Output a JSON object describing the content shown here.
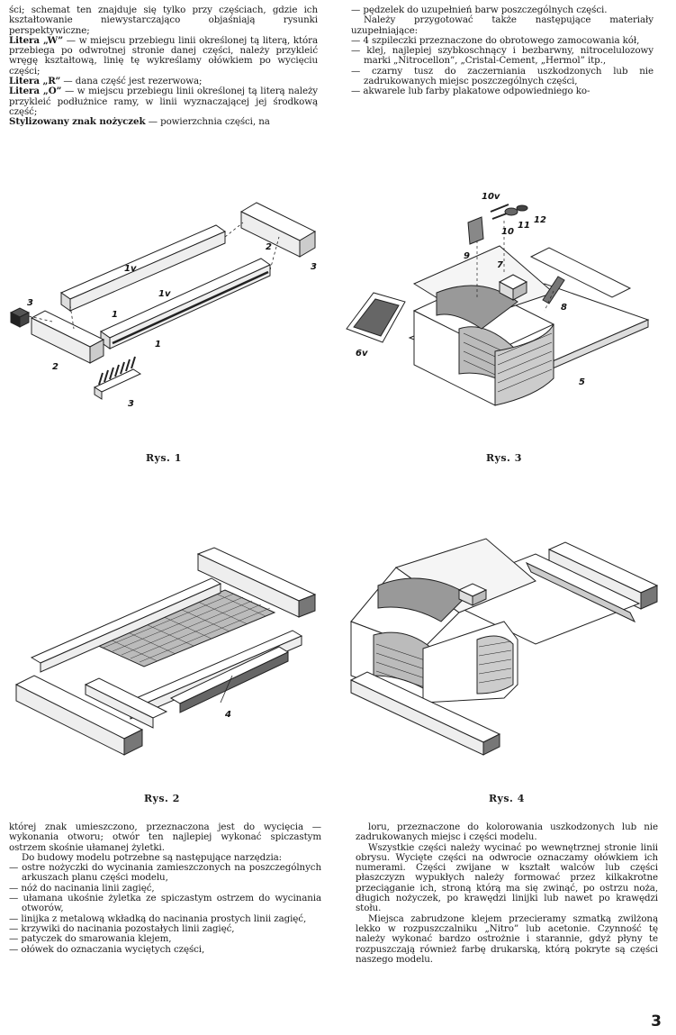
{
  "top_left": {
    "l1": "ści; schemat ten znajduje się tylko przy częściach, gdzie ich kształtowanie niewystarczająco objaśniają rysunki perspektywiczne;",
    "w_term": "Litera „W”",
    "w_text": " — w miejscu przebiegu linii określonej tą literą, która przebiega po odwrotnej stronie danej części, należy przykleić wręgę kształtową, linię tę wykreślamy ołówkiem po wycięciu części;",
    "r_term": "Litera „R”",
    "r_text": " — dana część jest rezerwowa;",
    "o_term": "Litera „O”",
    "o_text": " — w miejscu przebiegu linii określonej tą literą należy przykleić podłużnice ramy, w linii wyznaczającej jej środkową część;",
    "s_term": "Stylizowany znak nożyczek",
    "s_text": " — powierzchnia części, na"
  },
  "top_right": {
    "l1": "— pędzelek do uzupełnień barw poszczególnych części.",
    "l2": "Należy przygotować także następujące materiały uzupełniające:",
    "l3": "— 4 szpileczki przeznaczone do obrotowego zamocowania kół,",
    "l4": "— klej, najlepiej szybkoschnący i bezbarwny, nitrocelulozowy marki „Nitrocellon”, „Cristal-Cement, „Hermol” itp.,",
    "l5": "— czarny tusz do zaczerniania uszkodzonych lub nie zadrukowanych miejsc poszczególnych części,",
    "l6": "— akwarele lub farby plakatowe odpowiedniego ko-"
  },
  "bottom_left": {
    "p1": "której znak umieszczono, przeznaczona jest do wycięcia — wykonania otworu; otwór ten najlepiej wykonać spiczastym ostrzem skośnie ułamanej żyletki.",
    "p2": "Do budowy modelu potrzebne są następujące narzędzia:",
    "i1": "— ostre nożyczki do wycinania zamieszczonych na poszczególnych arkuszach planu części modelu,",
    "i2": "— nóż do nacinania linii zagięć,",
    "i3": "— ułamana ukośnie żyletka ze spiczastym ostrzem do wycinania otworów,",
    "i4": "— linijka z metalową wkładką do nacinania prostych linii zagięć,",
    "i5": "— krzywiki do nacinania pozostałych linii zagięć,",
    "i6": "— patyczek do smarowania klejem,",
    "i7": "— ołówek do oznaczania wyciętych części,"
  },
  "bottom_right": {
    "p1": "loru, przeznaczone do kolorowania uszkodzonych lub nie zadrukowanych miejsc i części modelu.",
    "p2": "Wszystkie części należy wycinać po wewnętrznej stronie linii obrysu. Wycięte części na odwrocie oznaczamy ołówkiem ich numerami. Części zwijane w kształt walców lub części płaszczyzn wypukłych należy formować przez kilkakrotne przeciąganie ich, stroną którą ma się zwinąć, po ostrzu noża, długich nożyczek, po krawędzi linijki lub nawet po krawędzi stołu.",
    "p3": "Miejsca zabrudzone klejem przecieramy szmatką zwilżoną lekko w rozpuszczalniku „Nitro” lub acetonie. Czynność tę należy wykonać bardzo ostrożnie i starannie, gdyż płyny te rozpuszczają również farbę drukarską, którą pokryte są części naszego modelu."
  },
  "captions": {
    "fig1": "Rys. 1",
    "fig2": "Rys. 2",
    "fig3": "Rys. 3",
    "fig4": "Rys. 4"
  },
  "fig1_labels": {
    "l1a": "1v",
    "l1b": "1v",
    "l1c": "1",
    "l1d": "1",
    "l2a": "2",
    "l2b": "2",
    "l3a": "3",
    "l3b": "3",
    "l3c": "3"
  },
  "fig2_labels": {
    "l4": "4"
  },
  "fig3_labels": {
    "l5": "5",
    "l6": "6v",
    "l7": "7",
    "l8": "8",
    "l9": "9",
    "l10": "10",
    "l10v": "10v",
    "l11": "11",
    "l12": "12"
  },
  "page_number": "3"
}
